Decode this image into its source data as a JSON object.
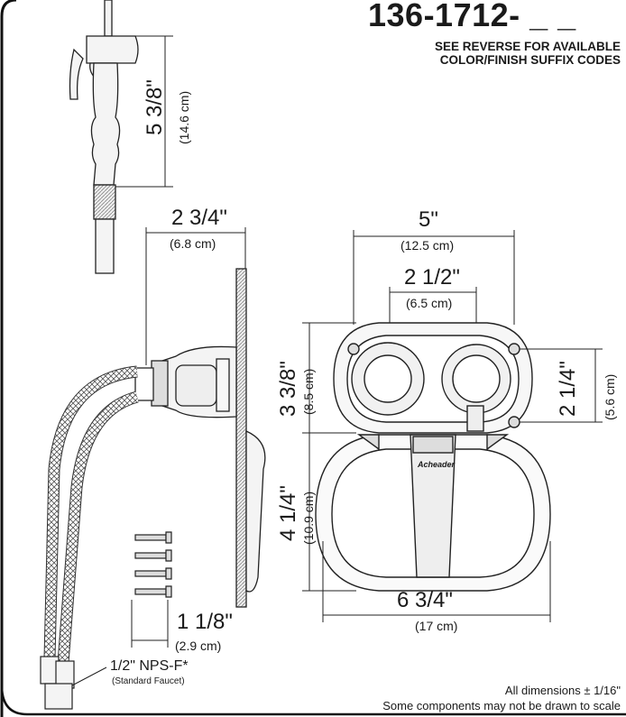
{
  "header": {
    "part_number": "136-1712- _ _",
    "subtitle_line1": "SEE REVERSE FOR AVAILABLE",
    "subtitle_line2": "COLOR/FINISH SUFFIX CODES"
  },
  "dimensions": {
    "sprayer_height": {
      "value": "5 3/8\"",
      "metric": "(14.6 cm)"
    },
    "depth": {
      "value": "2 3/4\"",
      "metric": "(6.8 cm)"
    },
    "overall_width": {
      "value": "5\"",
      "metric": "(12.5 cm)"
    },
    "hole_spacing": {
      "value": "2 1/2\"",
      "metric": "(6.5 cm)"
    },
    "upper_height": {
      "value": "3 3/8\"",
      "metric": "(8.5 cm)"
    },
    "screw_spacing": {
      "value": "2 1/4\"",
      "metric": "(5.6 cm)"
    },
    "lower_height": {
      "value": "4 1/4\"",
      "metric": "(10.9 cm)"
    },
    "bottom_width": {
      "value": "6 3/4\"",
      "metric": "(17 cm)"
    },
    "screw_length": {
      "value": "1 1/8\"",
      "metric": "(2.9 cm)"
    }
  },
  "connector": {
    "label": "1/2\" NPS-F*",
    "note": "(Standard Faucet)"
  },
  "brand_mark": "Acheader",
  "footer": {
    "line1": "All dimensions ± 1/16\"",
    "line2": "Some components may not be drawn to scale"
  },
  "colors": {
    "ink": "#1a1a1a",
    "line": "#222222",
    "fill": "#f4f4f4"
  }
}
